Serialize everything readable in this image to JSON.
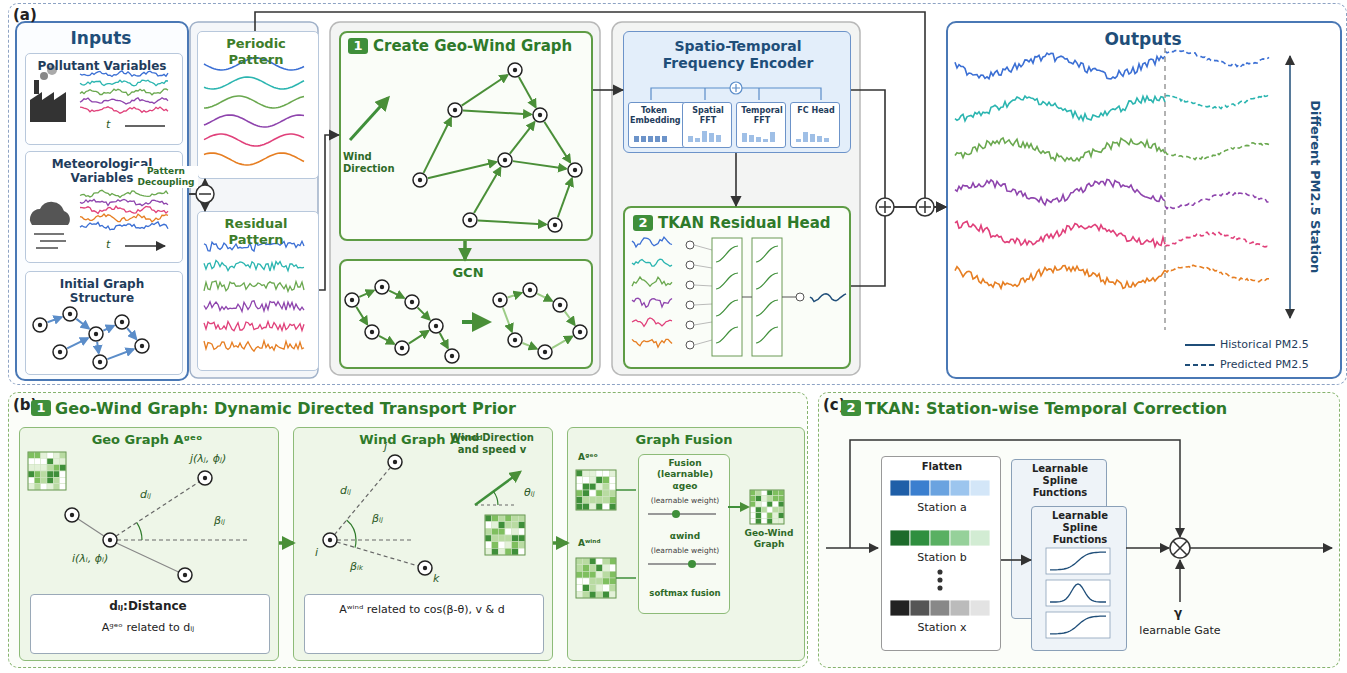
{
  "diagram": {
    "nodes": [
      {
        "text": [
          "(a)"
        ]
      },
      {
        "text": [
          "Inputs"
        ],
        "in": 0
      },
      {
        "text": [
          "Pollutant Variables"
        ],
        "in": 1
      },
      {
        "text": [
          "Meteorological Variables"
        ],
        "in": 1
      },
      {
        "text": [
          "Initial Graph Structure"
        ],
        "in": 1
      },
      {
        "text": [
          "Periodic Pattern"
        ],
        "in": 0
      },
      {
        "text": [
          "Residual Pattern"
        ],
        "in": 0
      },
      {
        "text": [
          "1",
          "Create Geo-Wind Graph",
          "Wind Direction"
        ],
        "in": 0
      },
      {
        "text": [
          "GCN"
        ],
        "in": 0
      },
      {
        "text": [
          "Spatio-Temporal Frequency Encoder"
        ],
        "in": 0
      },
      {
        "text": [
          "Token Embedding"
        ],
        "in": 9
      },
      {
        "text": [
          "Spatial FFT"
        ],
        "in": 9
      },
      {
        "text": [
          "Temporal FFT"
        ],
        "in": 9
      },
      {
        "text": [
          "FC Head"
        ],
        "in": 9
      },
      {
        "text": [
          "2",
          "TKAN Residual Head"
        ],
        "in": 0
      },
      {
        "text": [
          "Outputs",
          "Different PM2.5 Station"
        ],
        "in": 0
      },
      {
        "text": [
          "(b)",
          "1",
          "Geo-Wind Graph: Dynamic Directed Transport Prior"
        ]
      },
      {
        "text": [
          "Geo Graph Aᵍᵉᵒ"
        ],
        "in": 16
      },
      {
        "text": [
          "dᵢⱼ:Distance",
          "Aᵍᵉᵒ related to dᵢⱼ"
        ],
        "in": 17
      },
      {
        "text": [
          "Wind Graph Aʷⁱⁿᵈ"
        ],
        "in": 16
      },
      {
        "text": [
          "Aʷⁱⁿᵈ related to cos(β-θ), v & d"
        ],
        "in": 19
      },
      {
        "text": [
          "Graph Fusion"
        ],
        "in": 16
      },
      {
        "text": [
          "Fusion (learnable)",
          "αgeo",
          "(learnable weight)",
          "αwind",
          "(learnable weight)",
          "softmax fusion"
        ],
        "in": 21
      },
      {
        "text": [
          "(c)",
          "2",
          "TKAN: Station-wise Temporal Correction"
        ]
      },
      {
        "text": [
          "Flatten",
          "Station a",
          "Station b",
          "Station x"
        ],
        "in": 23
      },
      {
        "text": [
          "Learnable Spline Functions"
        ],
        "in": 23
      },
      {
        "text": [
          "Learnable Spline Functions"
        ],
        "in": 23
      }
    ],
    "edges": [
      {
        "from": 1,
        "to": 5,
        "arrow": "to"
      },
      {
        "from": 1,
        "to": 6,
        "arrow": "to"
      },
      {
        "from": 6,
        "to": 7,
        "arrow": "to"
      },
      {
        "from": 7,
        "to": 8,
        "arrow": "to"
      },
      {
        "from": 7,
        "to": 9,
        "arrow": "to"
      },
      {
        "from": 9,
        "to": 14,
        "arrow": "to"
      },
      {
        "from": 9,
        "to": 15,
        "arrow": "to"
      },
      {
        "from": 14,
        "to": 15,
        "arrow": "to"
      },
      {
        "from": 5,
        "to": 15,
        "arrow": "to"
      },
      {
        "from": 17,
        "to": 19,
        "arrow": "to"
      },
      {
        "from": 19,
        "to": 21,
        "arrow": "to"
      },
      {
        "from": 24,
        "to": 26,
        "arrow": "to"
      }
    ],
    "labels": [
      "t",
      "t",
      "Pattern Decoupling",
      "i(λᵢ, ϕᵢ)",
      "j(λⱼ, ϕⱼ)",
      "dᵢⱼ",
      "βᵢⱼ",
      "i",
      "j",
      "k",
      "dᵢⱼ",
      "βᵢⱼ",
      "βᵢₖ",
      "Wind Direction and speed v",
      "θᵢⱼ",
      "Aᵍᵉᵒ",
      "Aʷⁱⁿᵈ",
      "Geo-Wind Graph",
      "γ",
      "learnable Gate"
    ],
    "legend": [
      {
        "text": "Historical PM2.5"
      },
      {
        "text": "Predicted PM2.5"
      }
    ]
  }
}
